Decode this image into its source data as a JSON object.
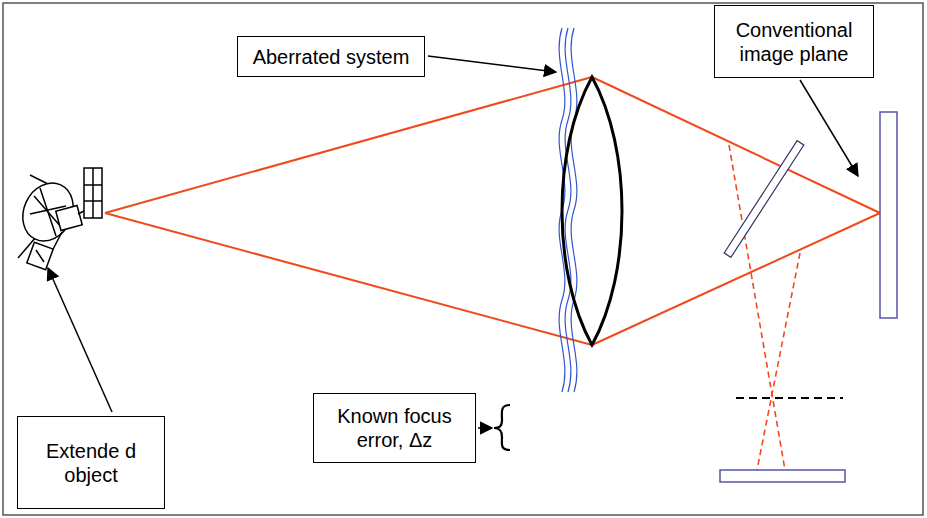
{
  "diagram": {
    "nodes": [
      {
        "text": [
          "Aberrated system"
        ]
      },
      {
        "text": [
          "Conventional image plane"
        ]
      },
      {
        "text": [
          "Extende d object"
        ]
      },
      {
        "text": [
          "Known focus error, Δz"
        ]
      }
    ]
  }
}
